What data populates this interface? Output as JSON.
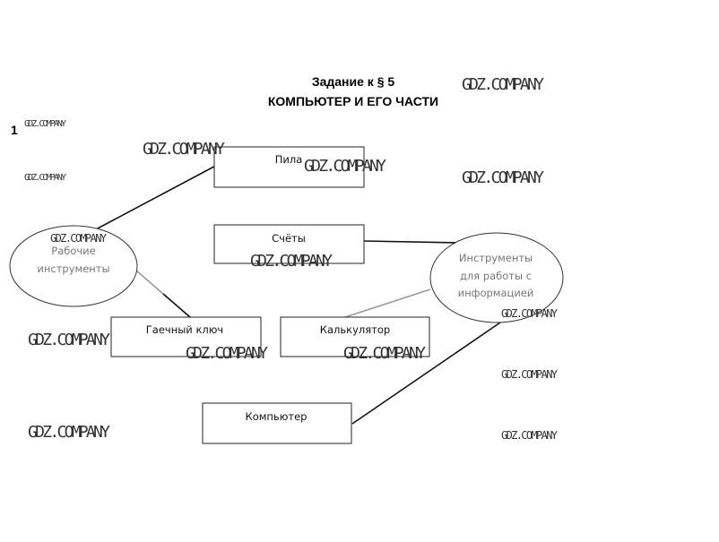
{
  "header": {
    "task_title": "Задание к § 5",
    "subtitle": "КОМПЬЮТЕР И ЕГО ЧАСТИ",
    "task_number": "1"
  },
  "diagram": {
    "groups": [
      {
        "label_lines": [
          "Рабочие",
          "инструменты"
        ]
      },
      {
        "label_lines": [
          "Инструменты",
          "для работы с",
          "информацией"
        ]
      }
    ],
    "items": [
      {
        "label": "Пила",
        "group": "Рабочие инструменты"
      },
      {
        "label": "Счёты",
        "group": "Инструменты для работы с информацией"
      },
      {
        "label": "Гаечный ключ",
        "group": "Рабочие инструменты"
      },
      {
        "label": "Калькулятор",
        "group": "Инструменты для работы с информацией"
      },
      {
        "label": "Компьютер",
        "group": "Инструменты для работы с информацией"
      }
    ]
  },
  "watermark": "GDZ.COMPANY"
}
